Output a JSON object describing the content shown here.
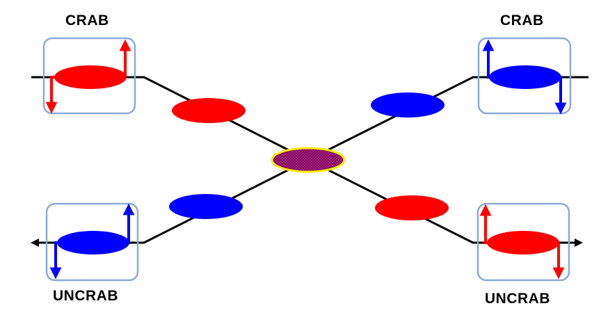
{
  "labels": {
    "top_left": "CRAB",
    "top_right": "CRAB",
    "bottom_left": "UNCRAB",
    "bottom_right": "UNCRAB"
  },
  "colors": {
    "red": "#ff0000",
    "blue": "#0000ff",
    "line": "#000000",
    "box_border": "#8aaad6",
    "center_fill": "#6b1a6b",
    "center_outline": "#ffee00"
  },
  "icons": {
    "beam_line": "black-line",
    "bunch": "ellipse",
    "kick": "arrow"
  }
}
